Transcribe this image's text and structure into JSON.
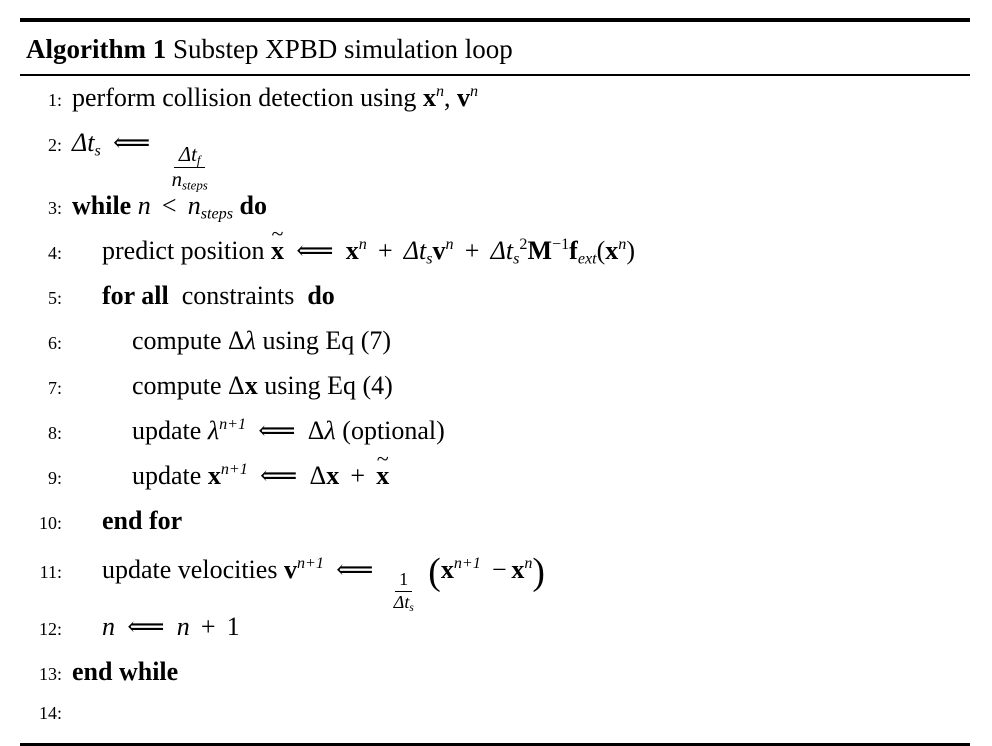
{
  "caption": {
    "label": "Algorithm 1",
    "title": "Substep XPBD simulation loop"
  },
  "steps": [
    {
      "num": "1:",
      "indent": 0,
      "text": "perform collision detection using x^n, v^n"
    },
    {
      "num": "2:",
      "indent": 0,
      "text": "Δt_s ⟸ Δt_f / n_steps"
    },
    {
      "num": "3:",
      "indent": 0,
      "text": "while n < n_steps do"
    },
    {
      "num": "4:",
      "indent": 1,
      "text": "predict position x̃ ⟸ x^n + Δt_s v^n + Δt_s^2 M^-1 f_ext(x^n)"
    },
    {
      "num": "5:",
      "indent": 1,
      "text": "for all  constraints  do"
    },
    {
      "num": "6:",
      "indent": 2,
      "text": "compute Δλ using Eq (7)"
    },
    {
      "num": "7:",
      "indent": 2,
      "text": "compute Δx using Eq (4)"
    },
    {
      "num": "8:",
      "indent": 2,
      "text": "update λ^n+1 ⟸ Δλ (optional)"
    },
    {
      "num": "9:",
      "indent": 2,
      "text": "update x^n+1 ⟸ Δx + x̃"
    },
    {
      "num": "10:",
      "indent": 1,
      "text": "end for"
    },
    {
      "num": "11:",
      "indent": 1,
      "text": "update velocities v^n+1 ⟸ (1/Δt_s)(x^n+1 − x^n)"
    },
    {
      "num": "12:",
      "indent": 1,
      "text": "n ⟸ n + 1"
    },
    {
      "num": "13:",
      "indent": 0,
      "text": "end while"
    },
    {
      "num": "14:",
      "indent": 0,
      "text": ""
    }
  ],
  "tokens": {
    "line1": {
      "perform": "perform collision detection using",
      "x": "x",
      "comma": ",",
      "v": "v",
      "n": "n"
    },
    "line2": {
      "dt": "Δt",
      "s": "s",
      "arrow": "⟸",
      "num_dt": "Δt",
      "num_f": "f",
      "den_n": "n",
      "den_sub": "steps"
    },
    "line3": {
      "while": "while",
      "n": "n",
      "lt": "<",
      "nsteps_n": "n",
      "nsteps_sub": "steps",
      "do": "do"
    },
    "line4": {
      "predict": "predict position",
      "xt": "x",
      "tilde": "~",
      "arrow": "⟸",
      "x": "x",
      "n": "n",
      "plus": "+",
      "dt": "Δt",
      "s": "s",
      "v": "v",
      "sq": "2",
      "M": "M",
      "minus1": "−1",
      "f": "f",
      "ext": "ext",
      "lparen": "(",
      "rparen": ")"
    },
    "line5": {
      "forall": "for all",
      "constraints": "constraints",
      "do": "do"
    },
    "line6": {
      "compute": "compute",
      "delta": "Δ",
      "lambda": "λ",
      "using": "using Eq (7)"
    },
    "line7": {
      "compute": "compute",
      "delta": "Δ",
      "x": "x",
      "using": "using Eq (4)"
    },
    "line8": {
      "update": "update",
      "lambda": "λ",
      "np1": "n+1",
      "arrow": "⟸",
      "delta": "Δ",
      "l2": "λ",
      "optional": "(optional)"
    },
    "line9": {
      "update": "update",
      "x": "x",
      "np1": "n+1",
      "arrow": "⟸",
      "delta": "Δ",
      "x2": "x",
      "plus": "+",
      "xt": "x",
      "tilde": "~"
    },
    "line10": {
      "endfor": "end for"
    },
    "line11": {
      "update": "update velocities",
      "v": "v",
      "np1": "n+1",
      "arrow": "⟸",
      "one": "1",
      "dt": "Δt",
      "s": "s",
      "lparen": "(",
      "x1": "x",
      "sup1": "n+1",
      "minus": "−",
      "x2": "x",
      "sup2": "n",
      "rparen": ")"
    },
    "line12": {
      "n": "n",
      "arrow": "⟸",
      "n2": "n",
      "plus": "+",
      "one": "1"
    },
    "line13": {
      "endwhile": "end while"
    },
    "line14": {
      "empty": ""
    }
  }
}
